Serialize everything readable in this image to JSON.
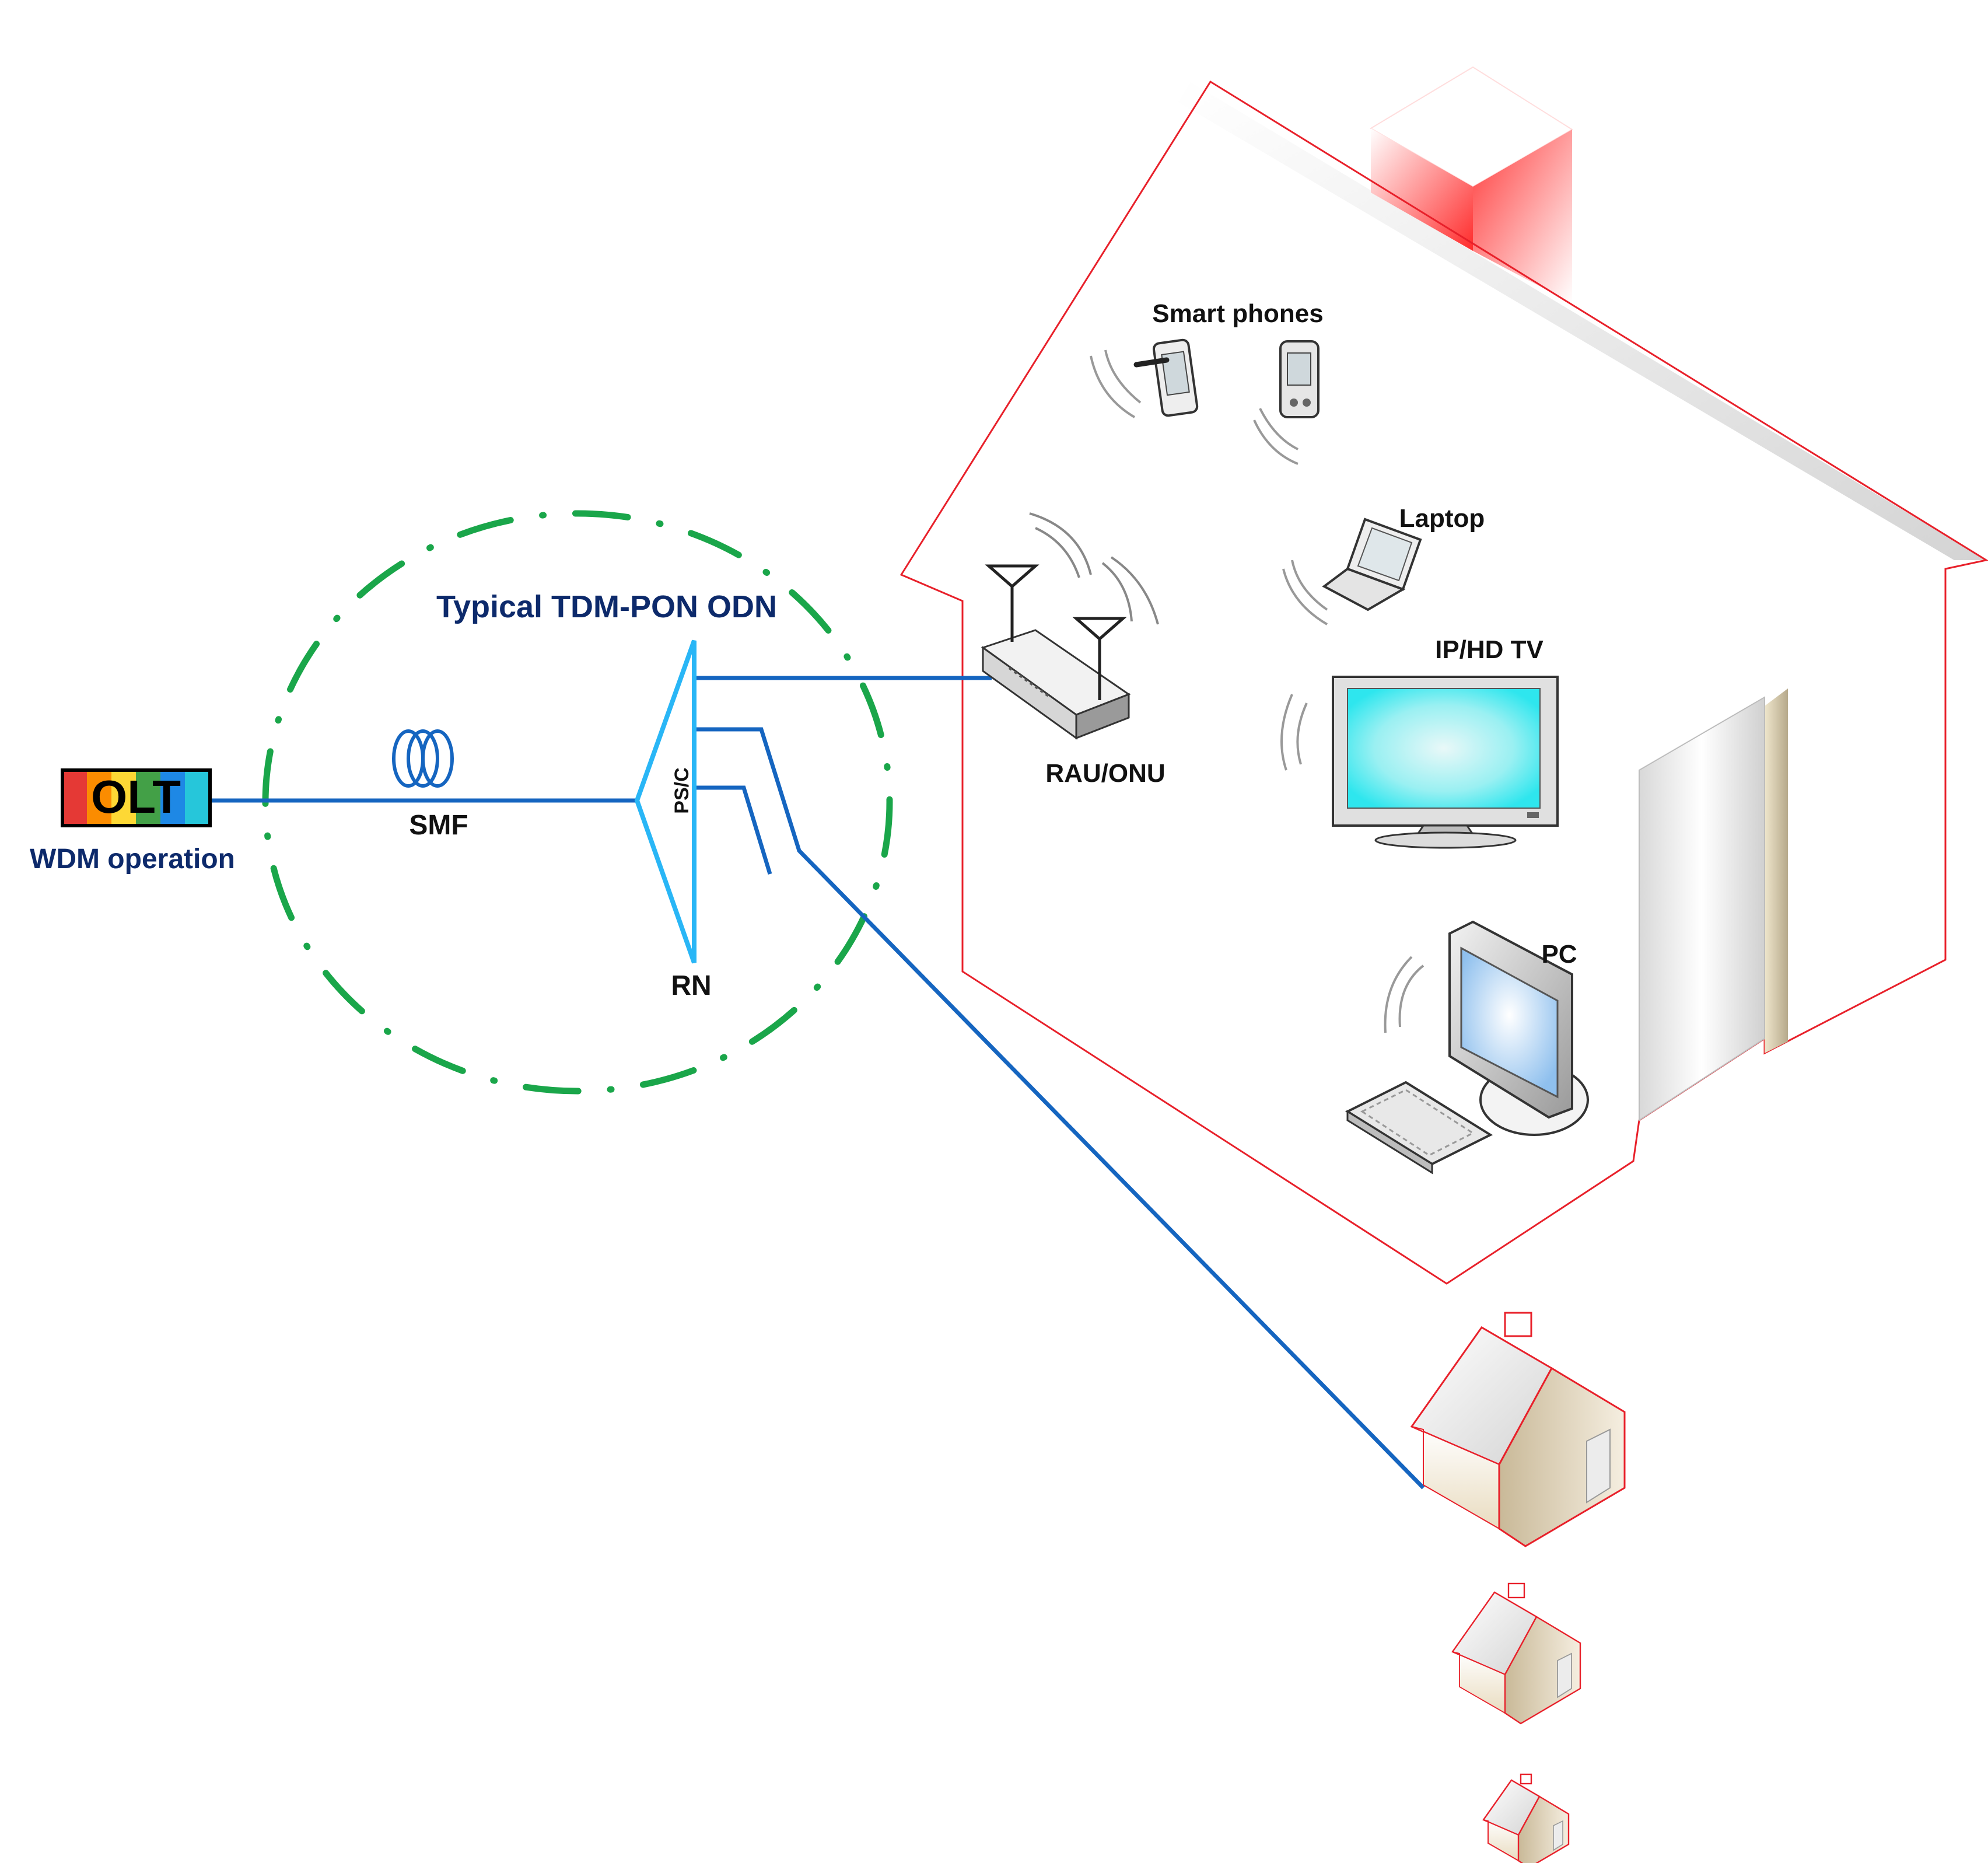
{
  "labels": {
    "olt": "OLT",
    "wdm_operation": "WDM operation",
    "smf": "SMF",
    "odn_title": "Typical TDM-PON ODN",
    "psc": "PS/C",
    "rn": "RN",
    "rau_onu": "RAU/ONU",
    "smart_phones": "Smart phones",
    "laptop": "Laptop",
    "iphd_tv": "IP/HD TV",
    "pc": "PC"
  },
  "colors": {
    "fiber": "#1565C0",
    "splitter": "#29B6F6",
    "odn_circle": "#1AA64A",
    "house_outline": "#E8202A",
    "label_navy": "#0D2A6B",
    "label_black": "#111111",
    "olt_bands": [
      "#E53935",
      "#FB8C00",
      "#FDD835",
      "#43A047",
      "#1E88E5",
      "#26C6DA"
    ]
  },
  "icons": [
    "fiber-spool-icon",
    "router-icon",
    "smartphone-icon",
    "pda-icon",
    "laptop-icon",
    "tv-icon",
    "monitor-icon",
    "keyboard-icon",
    "door-icon",
    "chimney-icon",
    "house-icon"
  ]
}
